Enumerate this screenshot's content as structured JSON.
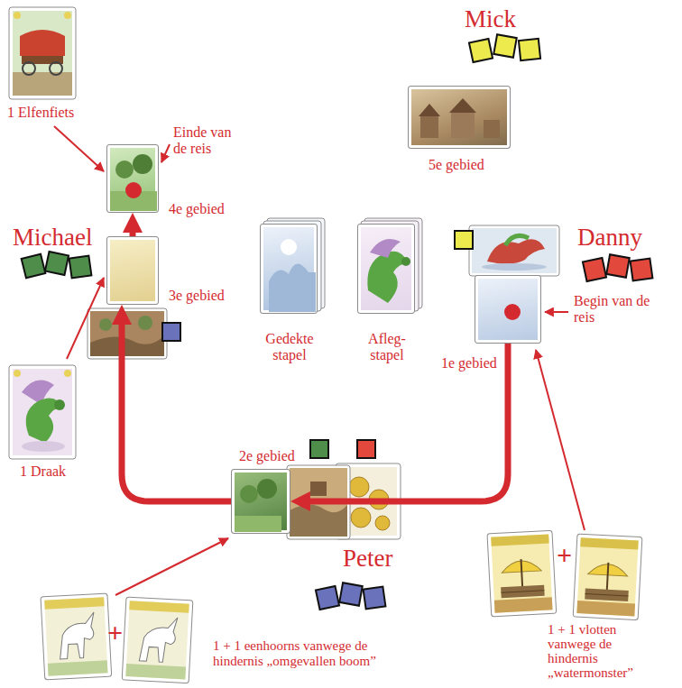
{
  "diagram": {
    "nodes": [
      {
        "text": [
          "5e gebied"
        ]
      },
      {
        "text": [
          "4e gebied"
        ]
      },
      {
        "text": [
          "3e gebied"
        ]
      },
      {
        "text": [
          "Gedekte stapel"
        ]
      },
      {
        "text": [
          "Afleg- stapel"
        ]
      },
      {
        "text": [
          "1e gebied"
        ]
      },
      {
        "text": [
          "2e gebied"
        ]
      }
    ],
    "edges": [
      {
        "from": 5,
        "to": 6,
        "arrow": "to"
      },
      {
        "from": 6,
        "to": 2,
        "arrow": "to"
      },
      {
        "from": 2,
        "to": 1,
        "arrow": "to"
      }
    ],
    "labels": [
      "Mick",
      "1 Elfenfiets",
      "Einde van de reis",
      "Michael",
      "1 Draak",
      "Danny",
      "Begin van de reis",
      "Peter",
      "+",
      "1 + 1 eenhoorns vanwege de hindernis „omgevallen boom”",
      "+",
      "1 + 1 vlotten vanwege de hindernis „watermonster”"
    ]
  }
}
